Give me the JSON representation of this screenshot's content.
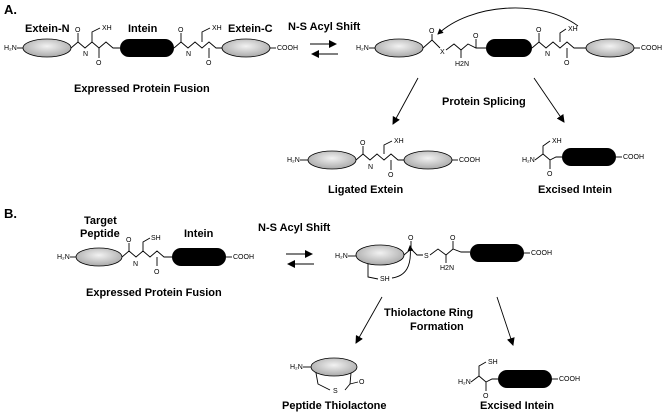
{
  "panel_a": {
    "letter": "A.",
    "extein_n": "Extein-N",
    "intein": "Intein",
    "extein_c": "Extein-C",
    "shift": "N-S Acyl Shift",
    "splicing": "Protein Splicing",
    "fusion": "Expressed Protein Fusion",
    "ligated": "Ligated Extein",
    "excised": "Excised Intein"
  },
  "panel_b": {
    "letter": "B.",
    "target_line1": "Target",
    "target_line2": "Peptide",
    "intein": "Intein",
    "shift": "N-S Acyl Shift",
    "ring_line1": "Thiolactone Ring",
    "ring_line2": "Formation",
    "fusion": "Expressed Protein Fusion",
    "thiolactone": "Peptide Thiolactone",
    "excised": "Excised Intein"
  },
  "chem": {
    "h2n": "H₂N",
    "h2n_2": "H2N",
    "cooh": "COOH",
    "o": "O",
    "n": "N",
    "h": "H",
    "x": "X",
    "xh": "XH",
    "s": "S",
    "sh": "SH"
  },
  "colors": {
    "extein_fill": "#d0d0d0",
    "intein_fill": "#000000"
  }
}
